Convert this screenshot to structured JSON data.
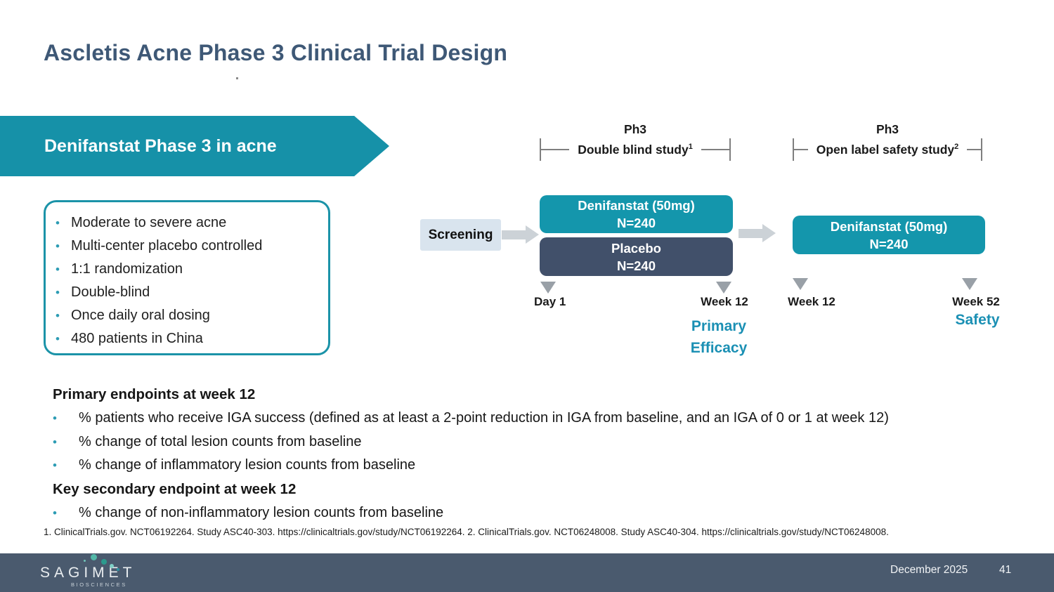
{
  "colors": {
    "accent_teal": "#1496ac",
    "banner_teal": "#1691a8",
    "navy": "#41506a",
    "title_blue": "#3e5876",
    "efficacy_blue": "#1b90b4",
    "footer_slate": "#4a5a6e",
    "screening_bg": "#d9e4ee",
    "arrow_gray": "#ccd2d7",
    "marker_gray": "#99a0a7",
    "bullet_teal": "#2d9cb4"
  },
  "glyphs": {
    "bullet": "•"
  },
  "header": {
    "title": "Ascletis Acne Phase 3 Clinical Trial Design"
  },
  "banner": {
    "label": "Denifanstat Phase 3 in acne"
  },
  "study_features": [
    "Moderate to severe acne",
    "Multi-center placebo controlled",
    "1:1 randomization",
    "Double-blind",
    "Once daily oral dosing",
    "480 patients in China"
  ],
  "diagram": {
    "bracket1": {
      "line1": "Ph3",
      "line2": "Double blind study",
      "sup": "1"
    },
    "bracket2": {
      "line1": "Ph3",
      "line2": "Open label safety study",
      "sup": "2"
    },
    "screening": "Screening",
    "arm_denifanstat_db": {
      "line1": "Denifanstat (50mg)",
      "line2": "N=240"
    },
    "arm_placebo": {
      "line1": "Placebo",
      "line2": "N=240"
    },
    "arm_denifanstat_ol": {
      "line1": "Denifanstat (50mg)",
      "line2": "N=240"
    },
    "markers": {
      "day1": "Day 1",
      "week12_db": "Week 12",
      "week12_ol": "Week 12",
      "week52": "Week 52"
    },
    "primary_efficacy_line1": "Primary",
    "primary_efficacy_line2": "Efficacy",
    "safety": "Safety"
  },
  "endpoints": {
    "primary_heading": "Primary endpoints at week 12",
    "primary_items": [
      "% patients who receive IGA success (defined as at least a 2-point reduction in IGA from baseline, and an IGA of 0 or 1 at week 12)",
      "% change of total lesion counts from baseline",
      "% change of inflammatory lesion counts from baseline"
    ],
    "secondary_heading": "Key secondary endpoint at week 12",
    "secondary_items": [
      "% change of non-inflammatory lesion counts from baseline"
    ]
  },
  "footnote": "1. ClinicalTrials.gov. NCT06192264. Study ASC40-303. https://clinicaltrials.gov/study/NCT06192264. 2. ClinicalTrials.gov. NCT06248008. Study ASC40-304. https://clinicaltrials.gov/study/NCT06248008.",
  "footer": {
    "logo_text": "SAGIMET",
    "logo_subtext": "BIOSCIENCES",
    "date": "December 2025",
    "page_number": "41"
  }
}
